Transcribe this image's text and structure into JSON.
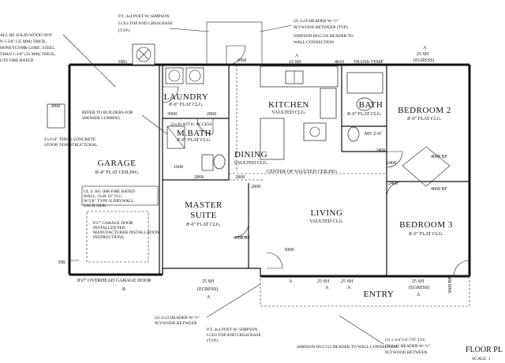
{
  "rooms": {
    "garage": {
      "name": "GARAGE",
      "ceiling": "8'-4\" FLAT CEILING"
    },
    "laundry": {
      "name": "LAUNDRY",
      "ceiling": "8'-0\" FLAT CLG."
    },
    "m_bath": {
      "name": "M.BATH",
      "ceiling": "8'-0\" FLAT CLG."
    },
    "kitchen": {
      "name": "KITCHEN",
      "ceiling": "VAULTED CLG."
    },
    "bath": {
      "name": "BATH",
      "ceiling": "8'-0\" FLAT CLG."
    },
    "bedroom2": {
      "name": "BEDROOM 2",
      "ceiling": "8'-0\" FLAT CLG."
    },
    "dining": {
      "name": "DINING",
      "ceiling": "VAULTED CLG."
    },
    "master": {
      "name1": "MASTER",
      "name2": "SUITE",
      "ceiling": "8'-0\" FLAT CLG."
    },
    "living": {
      "name": "LIVING",
      "ceiling": "VAULTED CLG."
    },
    "bedroom3": {
      "name": "BEDROOM 3",
      "ceiling": "8'-0\" FLAT CLG."
    },
    "entry": {
      "name": "ENTRY"
    }
  },
  "callouts": {
    "top_post_1": "P.T. 4x4 POST W/ SIMPSON",
    "top_post_2": "LCE4 TOP AND CBS44 BASE",
    "top_post_3": "(TYP.)",
    "top_header_1": "(2) 2x10 HEADER W/ ½\"",
    "top_header_2": "PLYWOOD BETWEEN (TYP)",
    "top_huc_1": "SIMPSON HUC210 HEADER TO",
    "top_huc_2": "WALL CONNECTION",
    "wall_note_1": "ALL BE SOLID WOOD NOT",
    "wall_note_2": "N 1-3/8\" (35 MM) THICK,",
    "wall_note_3": "HONEYCOMB CORE; STEEL",
    "wall_note_4": "THAN 1-3/8\" (35 MM) THICK,",
    "wall_note_5": "UTE FIRE RATED",
    "builder_1": "REFER TO BUILDERS FOR",
    "builder_2": "SHOWER CURBING",
    "attic": "22x30 ATTIC ACCESS",
    "stoop_1": "4'x3'x4\" THICK CONCRETE",
    "stoop_2": "STOOP, NON STRUCTURAL",
    "fire_1": "UL U 305 1HR FIRE RATED",
    "fire_2": "WALL: 2x4S 16\" O.C.",
    "fire_3": "W/5/8\" TYPE-X DRYWALL",
    "fire_4": "EACH SIDE.",
    "door_note_1": "8'x7' GARAGE DOOR",
    "door_note_2": "INSTALLED PER",
    "door_note_3": "MANUFACTURER INSTALLATION",
    "door_note_4": "INSTRUCTIONS.",
    "vault_center": "CENTER OF VAULTED CEILING",
    "bot_header_1": "(2) 2x12 HEADER W/ ½\"",
    "bot_header_2": "PLYWOOD BETWEEN",
    "bot_post_1": "P.T. 4x4 POST W/ SIMPSON",
    "bot_post_2": "LCE4 TOP AND CBS44 BASE",
    "bot_post_3": "(TYP.)",
    "bot_huc": "SIMPSON HUC212 HEADER TO WALL CONNECTION",
    "lvl_1": "(1) 1-3/4\"x11-7/8\" LVL",
    "lvl_2": "(2) 2x12 HEADER W/ ½\"",
    "lvl_3": "PLYWOOD BETWEEN"
  },
  "labels": {
    "hb1": "HB1",
    "hb": "HB",
    "d3068_top": "3068",
    "d3068_left": "3068",
    "d3068_laundry": "3068",
    "d2868_laundry": "2868",
    "d1668": "1668",
    "d2868_mbath": "2868",
    "d2868_dining": "2868",
    "d2868_master": "2868",
    "d4068_master": "4068 BF",
    "d3068_front": "3068",
    "d2468_bath": "2468",
    "d2468_bed2": "2468",
    "d2468_bed3": "2468",
    "d4068_bed2": "4068 BF",
    "d4068_bed3": "4068 BF",
    "d3068_right": "3068 BP",
    "win_a1": "A",
    "win_23sh": "23 SH",
    "win_4010": "4010",
    "win_transtemp": "TRANS-TEMP",
    "win_a2": "A",
    "win_25sh_egress_top": "25 SH",
    "win_egress_top": "(EGRESS)",
    "mv": "MV 2'-6\"",
    "garage_door": "8'x7' OVERHEAD GARAGE DOOR",
    "b": "B",
    "bot_25sh": "25 SH",
    "bot_egress": "(EGRESS)",
    "bot_a1": "A",
    "bot_a2": "A",
    "bot_25sh_a": "25 SH",
    "bot_25sh_b": "25 SH",
    "bot_a3": "A",
    "bot_a4": "A",
    "bot_25sh_r": "25 SH",
    "bot_egress_r": "(EGRESS)",
    "bot_a5": "A"
  },
  "title": {
    "text": "FLOOR PL",
    "scale": "SCALE: 1"
  }
}
